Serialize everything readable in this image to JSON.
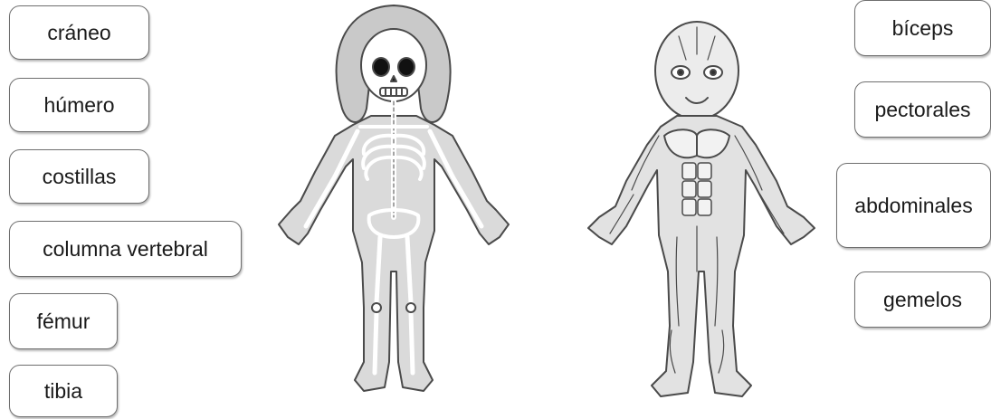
{
  "bone_labels": [
    "cráneo",
    "húmero",
    "costillas",
    "columna vertebral",
    "fémur",
    "tibia"
  ],
  "muscle_labels": [
    "bíceps",
    "pectorales",
    "abdominales",
    "gemelos"
  ],
  "colors": {
    "label_border": "#6f6f6f",
    "figure_outline": "#4a4a4a",
    "hair_fill": "#c9c9c9",
    "body_fill": "#dadada"
  },
  "figures": [
    "skeleton",
    "muscular-body"
  ]
}
